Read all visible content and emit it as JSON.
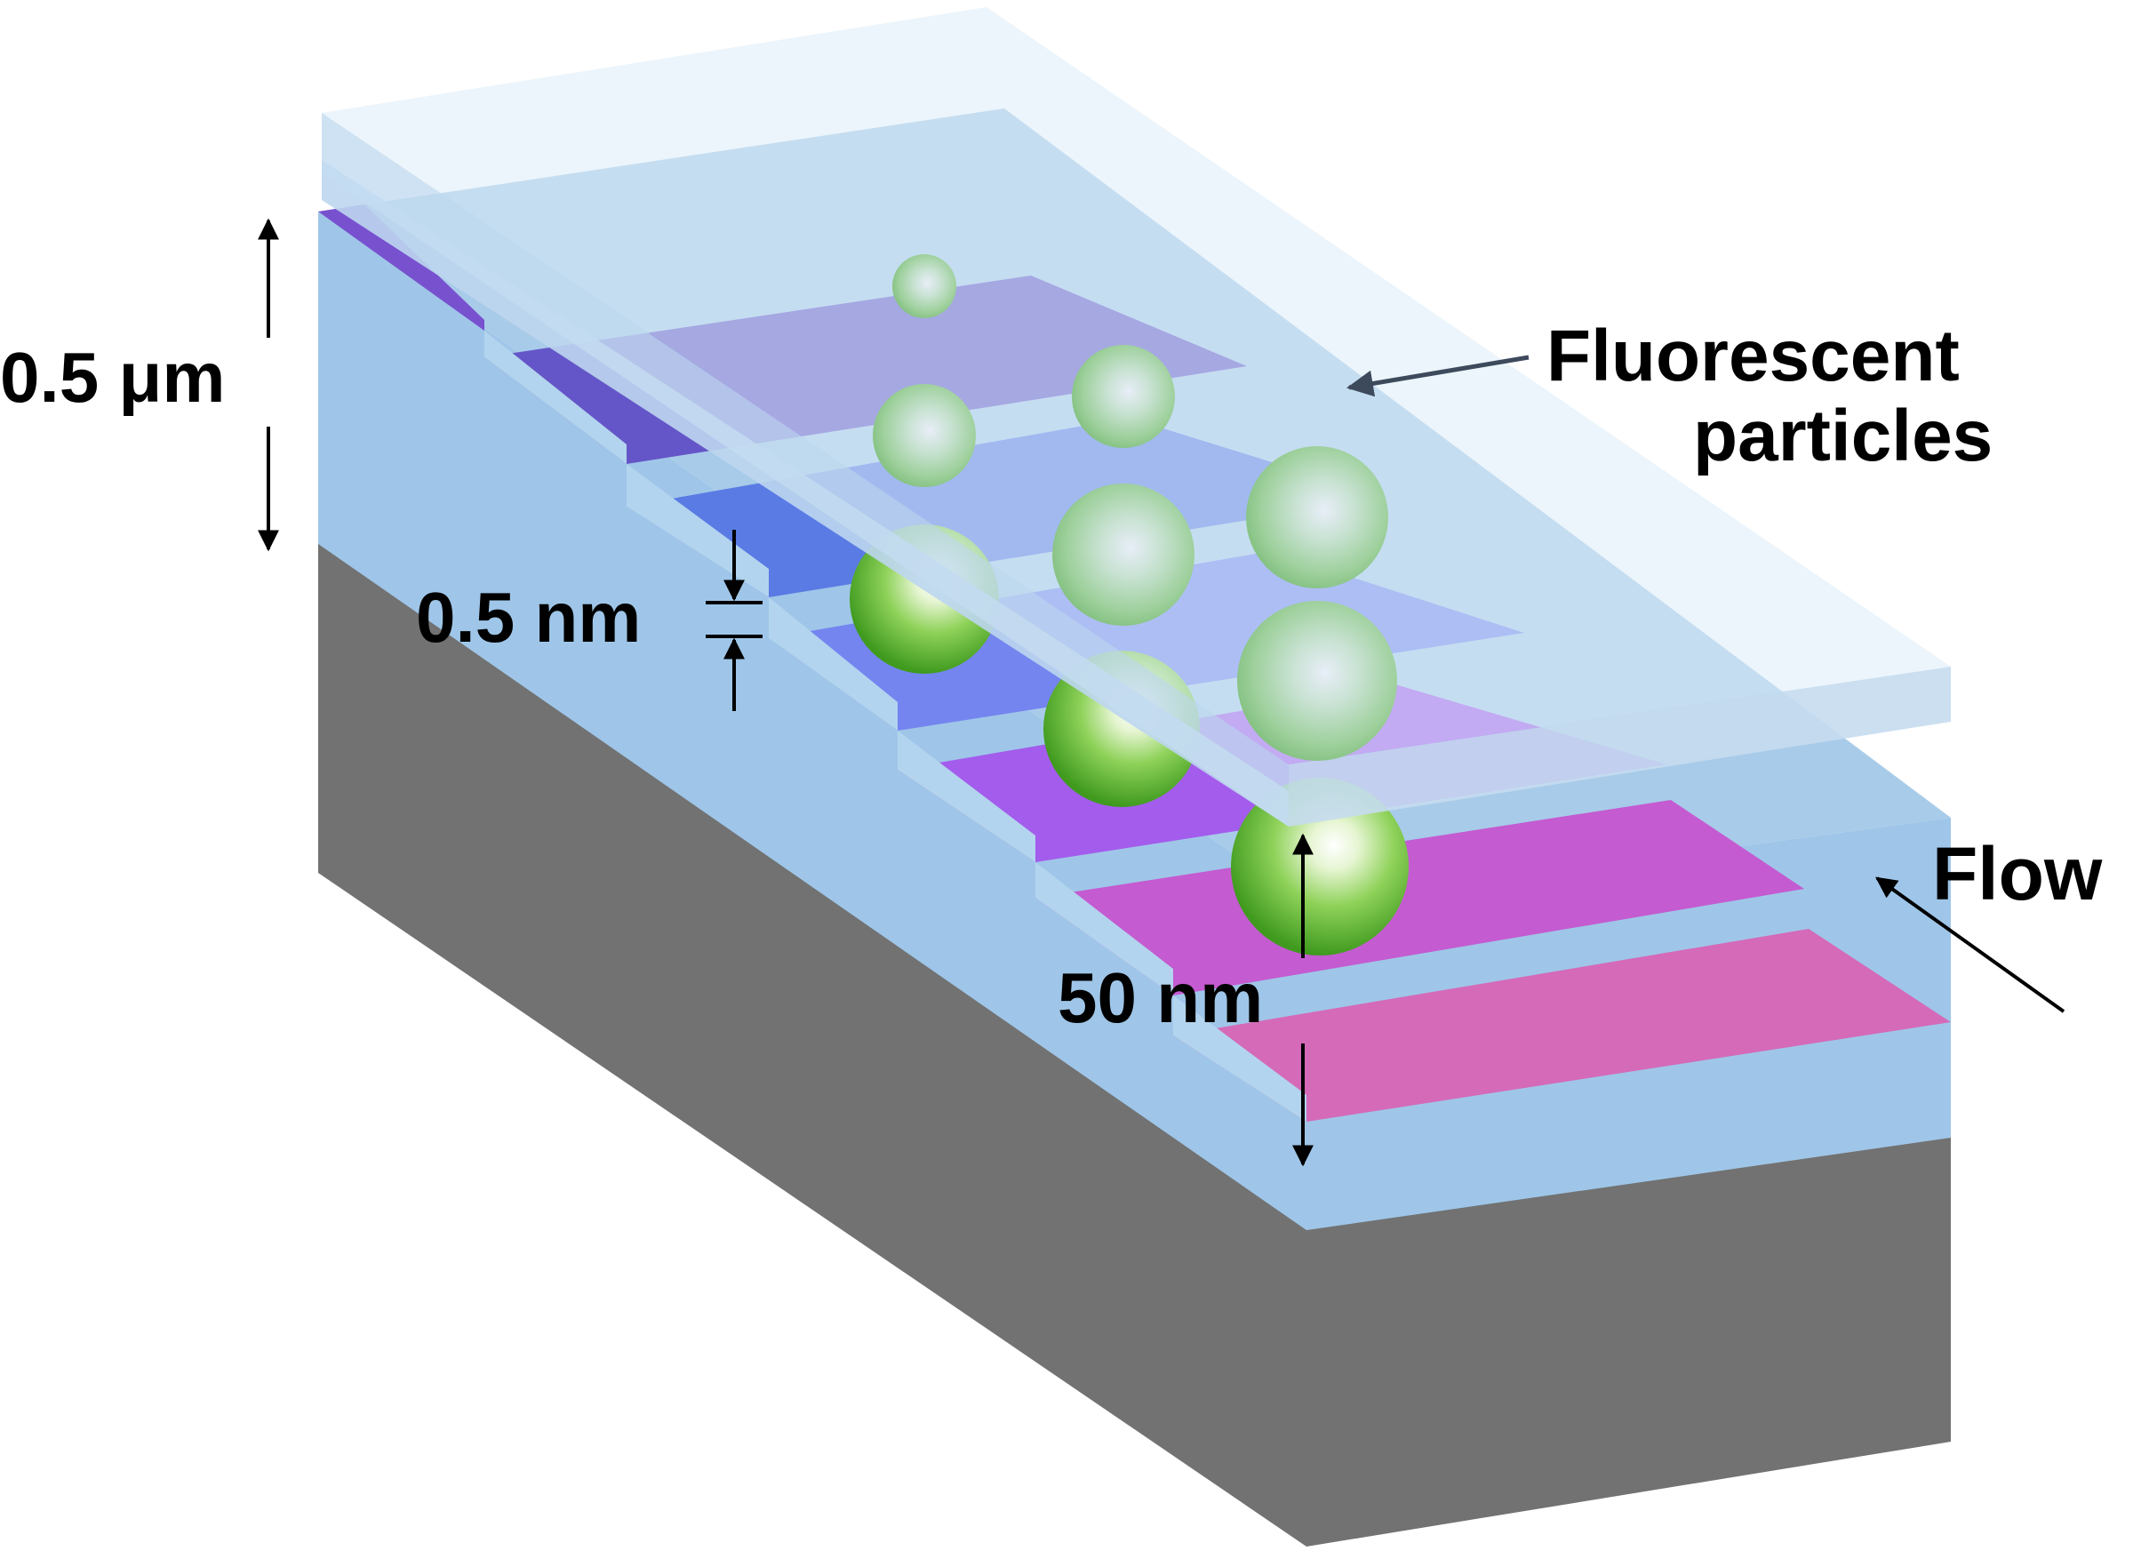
{
  "labels": {
    "channel_height": "0.5 μm",
    "step_height": "0.5 nm",
    "gap_height": "50 nm",
    "particles_line1": "Fluorescent",
    "particles_line2": "particles",
    "flow": "Flow"
  },
  "colors": {
    "substrate": "#727272",
    "substrate_dark": "#5f5f5f",
    "channel_body": "#9fc6e8",
    "cover_slip_top": "#dcedf7",
    "cover_slip_edge": "#c5dcf0",
    "particle": "#5fbf2c",
    "stripes": [
      "#7851cf",
      "#6456c8",
      "#5a7be4",
      "#7485f0",
      "#a35cec",
      "#c45bd0",
      "#d46ab8"
    ]
  }
}
